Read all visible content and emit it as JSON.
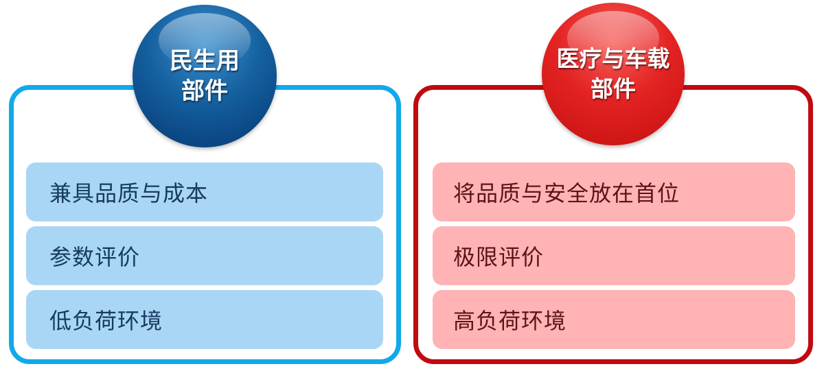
{
  "colors": {
    "civil_border": "#12a9ea",
    "civil_row_bg": "#a9d6f5",
    "civil_ball": "#15609f",
    "medical_border": "#c00a10",
    "medical_row_bg": "#ffb3b4",
    "medical_ball": "#e42323"
  },
  "panels": [
    {
      "title_line1": "民生用",
      "title_line2": "部件",
      "items": [
        "兼具品质与成本",
        "参数评价",
        "低负荷环境"
      ]
    },
    {
      "title_line1": "医疗与车载",
      "title_line2": "部件",
      "items": [
        "将品质与安全放在首位",
        "极限评价",
        "高负荷环境"
      ]
    }
  ]
}
